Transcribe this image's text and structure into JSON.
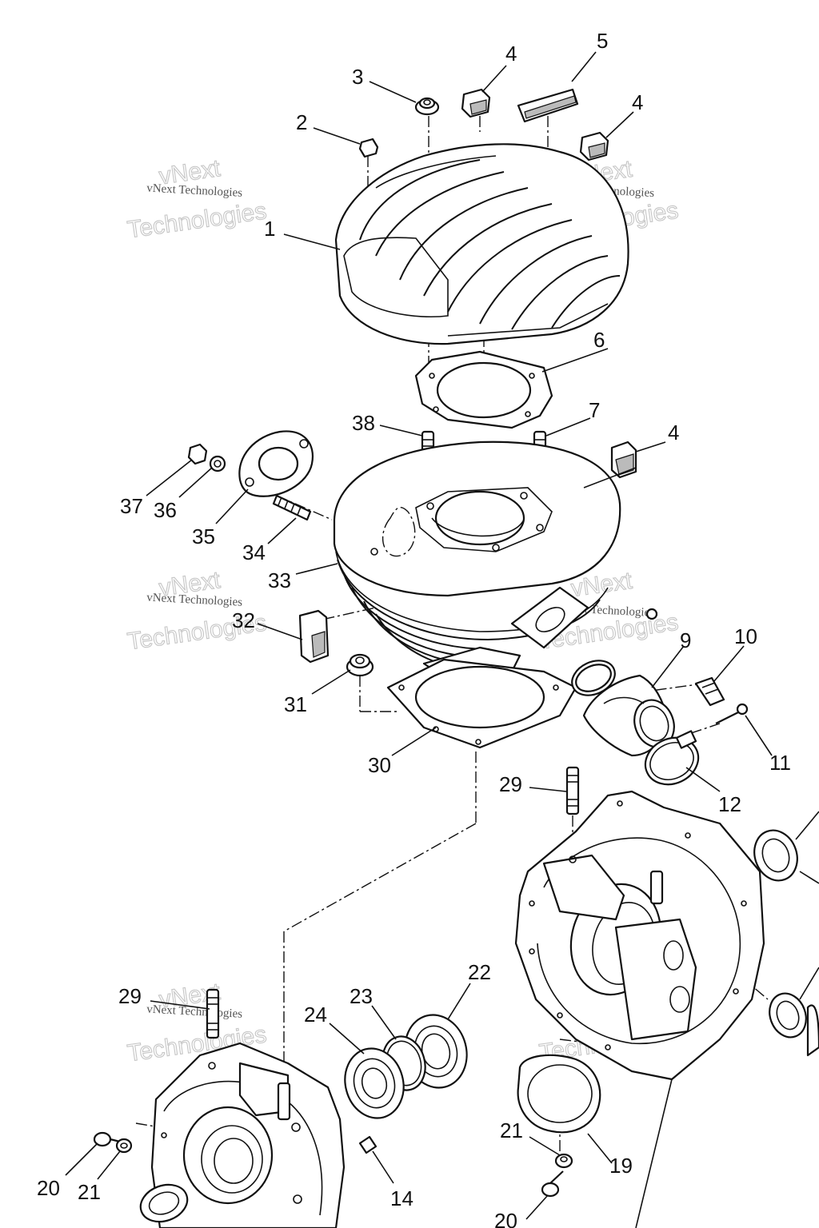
{
  "watermark": {
    "line_small": "vNext Technologies",
    "line_word1": "vNext",
    "line_word2": "Technologies"
  },
  "callouts": {
    "c1": "1",
    "c2": "2",
    "c3": "3",
    "c4a": "4",
    "c5": "5",
    "c4b": "4",
    "c6": "6",
    "c7": "7",
    "c38": "38",
    "c4c": "4",
    "c37": "37",
    "c36": "36",
    "c35": "35",
    "c34": "34",
    "c33": "33",
    "c32": "32",
    "c31": "31",
    "c30": "30",
    "c9": "9",
    "c10": "10",
    "c11": "11",
    "c12": "12",
    "c29a": "29",
    "c29b": "29",
    "c22": "22",
    "c23": "23",
    "c24": "24",
    "c20a": "20",
    "c21a": "21",
    "c14": "14",
    "c21b": "21",
    "c19": "19",
    "c20b": "20"
  }
}
